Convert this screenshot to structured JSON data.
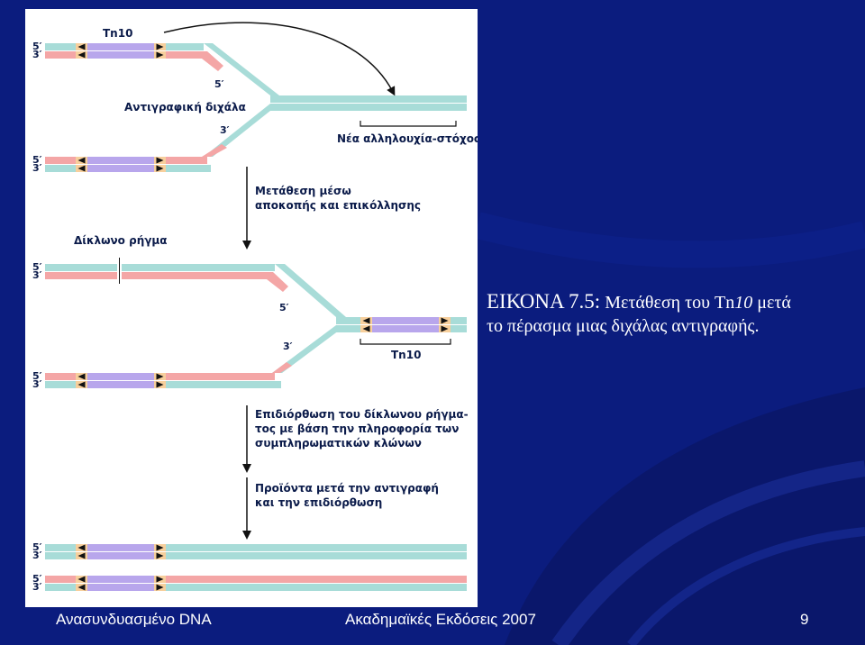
{
  "caption": {
    "label": "ΕΙΚΟΝΑ 7.5:",
    "text_1": "Μετάθεση του Tn",
    "text_italic": "10",
    "text_2": "μετά",
    "line2": "το πέρασμα μιας διχάλας αντιγραφής."
  },
  "footer": {
    "left": "Ανασυνδυασμένο DNA",
    "center": "Ακαδημαϊκές Εκδόσεις 2007",
    "page": "9"
  },
  "diagram": {
    "tn10_top": "Tn10",
    "tn10_mid": "Tn10",
    "fork_label": "Αντιγραφική διχάλα",
    "target_label": "Νέα αλληλουχία-στόχος",
    "step1": [
      "Μετάθεση μέσω",
      "αποκοπής και επικόλλησης"
    ],
    "dsb_label": "Δίκλωνο ρήγμα",
    "step2": [
      "Επιδιόρθωση του δίκλωνου ρήγμα-",
      "τος με βάση την πληροφορία των",
      "συμπληρωματικών κλώνων"
    ],
    "step3": [
      "Προϊόντα μετά την αντιγραφή",
      "και την επιδιόρθωση"
    ],
    "end5": "5′",
    "end3": "3′",
    "strand_colors": {
      "blue": "#a8dcd8",
      "pink": "#f4a6a6",
      "transposon": "#b8a6ec",
      "repeat": "#f7cf9c"
    }
  }
}
